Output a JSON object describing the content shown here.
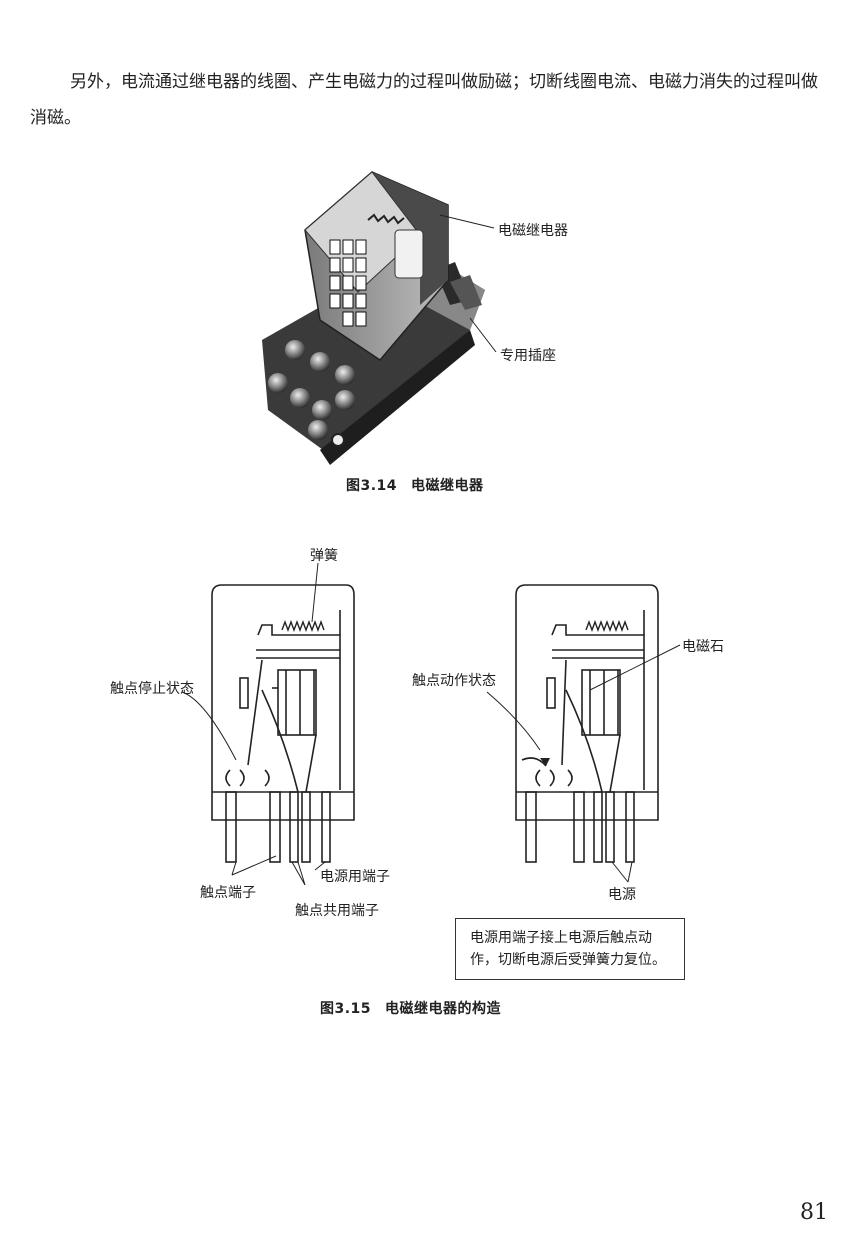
{
  "paragraph": "另外，电流通过继电器的线圈、产生电磁力的过程叫做励磁；切断线圈电流、电磁力消失的过程叫做消磁。",
  "figure1": {
    "labels": {
      "relay": "电磁继电器",
      "socket": "专用插座"
    },
    "caption_num": "图3.14",
    "caption_title": "电磁继电器"
  },
  "figure2": {
    "labels": {
      "spring": "弹簧",
      "contact_stop": "触点停止状态",
      "contact_terminal": "触点端子",
      "power_terminal": "电源用端子",
      "common_terminal": "触点共用端子",
      "electromagnet": "电磁石",
      "contact_action": "触点动作状态",
      "power": "电源"
    },
    "note": "电源用端子接上电源后触点动作，切断电源后受弹簧力复位。",
    "caption_num": "图3.15",
    "caption_title": "电磁继电器的构造"
  },
  "page_number": "81"
}
